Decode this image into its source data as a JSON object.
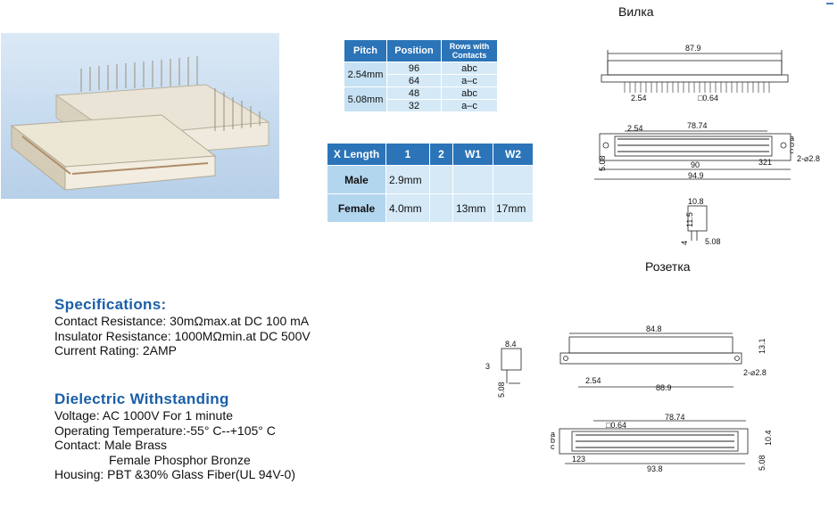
{
  "headers": {
    "plug": "Вилка",
    "socket": "Розетка"
  },
  "pitch_table": {
    "columns": [
      "Pitch",
      "Position",
      "Rows with Contacts"
    ],
    "groups": [
      {
        "pitch": "2.54mm",
        "rows": [
          {
            "position": "96",
            "contacts": "abc"
          },
          {
            "position": "64",
            "contacts": "a–c"
          }
        ]
      },
      {
        "pitch": "5.08mm",
        "rows": [
          {
            "position": "48",
            "contacts": "abc"
          },
          {
            "position": "32",
            "contacts": "a–c"
          }
        ]
      }
    ]
  },
  "length_table": {
    "columns": [
      "X Length",
      "1",
      "2",
      "W1",
      "W2"
    ],
    "rows": [
      {
        "name": "Male",
        "c1": "2.9mm",
        "c2": "",
        "w1": "",
        "w2": ""
      },
      {
        "name": "Female",
        "c1": "4.0mm",
        "c2": "",
        "w1": "13mm",
        "w2": "17mm"
      }
    ]
  },
  "specifications": {
    "title": "Specifications:",
    "lines": [
      "Contact Resistance: 30mΩmax.at DC 100 mA",
      "Insulator Resistance: 1000MΩmin.at  DC 500V",
      "Current Rating: 2AMP"
    ]
  },
  "dielectric": {
    "title": "Dielectric Withstanding",
    "lines": [
      "Voltage: AC 1000V For 1 minute",
      "Operating Temperature:-55° C--+105° C",
      "Contact: Male Brass",
      "Female Phosphor Bronze",
      "Housing: PBT &30% Glass Fiber(UL 94V-0)"
    ]
  },
  "dims": {
    "plug_top": {
      "width": "87.9",
      "pitch": "2.54",
      "pin": "□0.64"
    },
    "plug_mid": {
      "pitch": "2.54",
      "span": "78.74",
      "rows": [
        "a",
        "b",
        "c"
      ],
      "holes": "2-⌀2.8",
      "last_pin": "321",
      "height": "5.08",
      "inner": "90",
      "outer": "94.9"
    },
    "plug_side": {
      "a": "10.8",
      "b": "11.5",
      "c": "4",
      "d": "5.08"
    },
    "socket_side": {
      "a": "8.4",
      "b": "3",
      "c": "5.08"
    },
    "socket_top": {
      "width": "84.8",
      "pitch": "2.54",
      "span": "88.9",
      "holes": "2-⌀2.8",
      "height": "13.1"
    },
    "socket_bottom": {
      "span": "78.74",
      "pin": "□0.64",
      "rows": [
        "a",
        "b",
        "c"
      ],
      "first": "123",
      "outer": "93.8",
      "h1": "10.4",
      "h2": "5.08"
    }
  }
}
